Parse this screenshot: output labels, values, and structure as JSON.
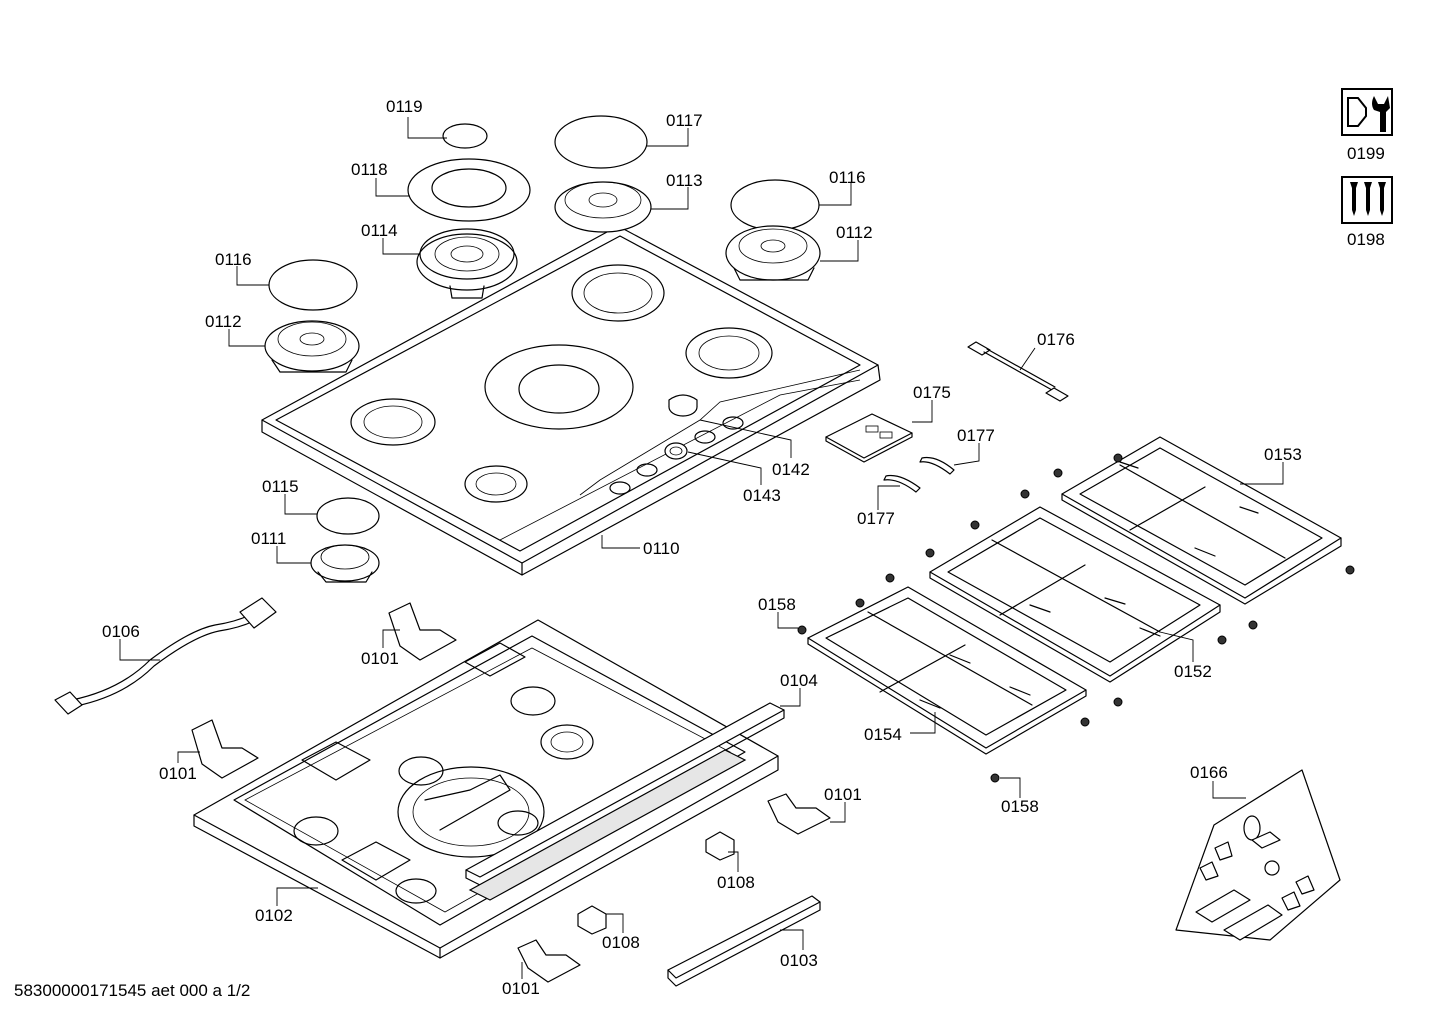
{
  "labels": {
    "l0119": "0119",
    "l0117": "0117",
    "l0118": "0118",
    "l0113": "0113",
    "l0116a": "0116",
    "l0114": "0114",
    "l0116b": "0116",
    "l0112a": "0112",
    "l0112b": "0112",
    "l0176": "0176",
    "l0175": "0175",
    "l0177a": "0177",
    "l0142": "0142",
    "l0143": "0143",
    "l0177b": "0177",
    "l0153": "0153",
    "l0115": "0115",
    "l0111": "0111",
    "l0110": "0110",
    "l0158a": "0158",
    "l0106": "0106",
    "l0101a": "0101",
    "l0104": "0104",
    "l0152": "0152",
    "l0154": "0154",
    "l0101b": "0101",
    "l0166": "0166",
    "l0101c": "0101",
    "l0158b": "0158",
    "l0108a": "0108",
    "l0102": "0102",
    "l0108b": "0108",
    "l0103": "0103",
    "l0101d": "0101",
    "l0199": "0199",
    "l0198": "0198"
  },
  "footer": "58300000171545 aet 000 a 1/2",
  "icons": {
    "service_tool": "wrench-icon",
    "service_screws": "screws-icon"
  }
}
